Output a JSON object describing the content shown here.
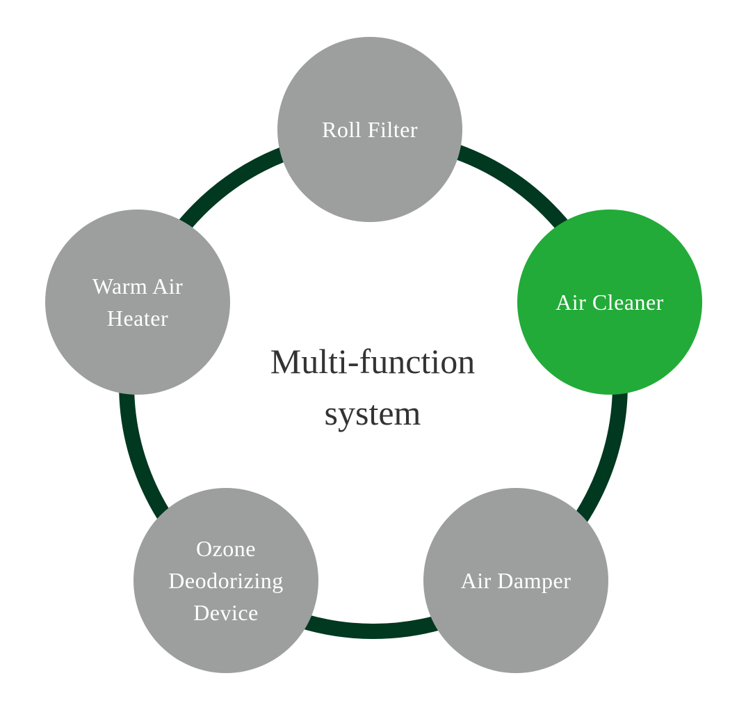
{
  "center": {
    "title": "Multi-function\nsystem"
  },
  "colors": {
    "ring": "#003820",
    "node_default": "#9d9f9e",
    "node_highlight": "#22ab38",
    "label_text": "#ffffff",
    "center_text": "#333333"
  },
  "nodes": [
    {
      "label": "Roll Filter",
      "highlighted": false
    },
    {
      "label": "Air Cleaner",
      "highlighted": true
    },
    {
      "label": "Air Damper",
      "highlighted": false
    },
    {
      "label": "Ozone\nDeodorizing\nDevice",
      "highlighted": false
    },
    {
      "label": "Warm Air\nHeater",
      "highlighted": false
    }
  ]
}
